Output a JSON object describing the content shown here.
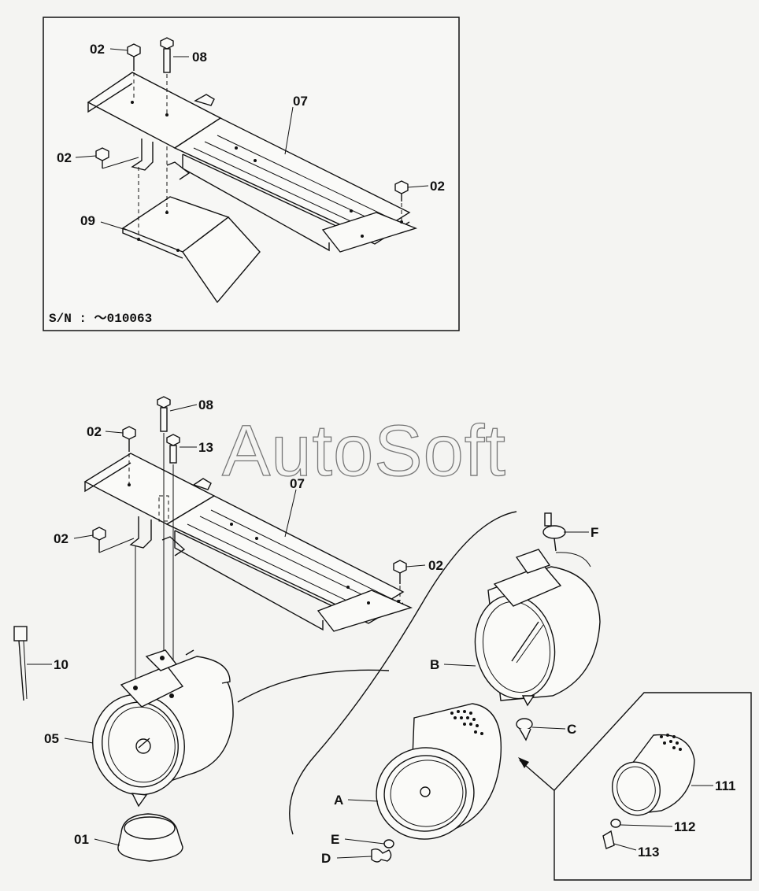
{
  "top_inset": {
    "serial_label": "S/N : ～010063",
    "callouts": {
      "c02a": "02",
      "c08": "08",
      "c07": "07",
      "c02b": "02",
      "c02c": "02",
      "c09": "09"
    }
  },
  "main": {
    "callouts": {
      "c08": "08",
      "c02a": "02",
      "c13": "13",
      "c07": "07",
      "c02b": "02",
      "c02c": "02",
      "cF": "F",
      "c10": "10",
      "cB": "B",
      "c05": "05",
      "cC": "C",
      "cA": "A",
      "cE": "E",
      "cD": "D",
      "c01": "01",
      "c111": "111",
      "c112": "112",
      "c113": "113"
    }
  },
  "watermark": "AutoSoft"
}
